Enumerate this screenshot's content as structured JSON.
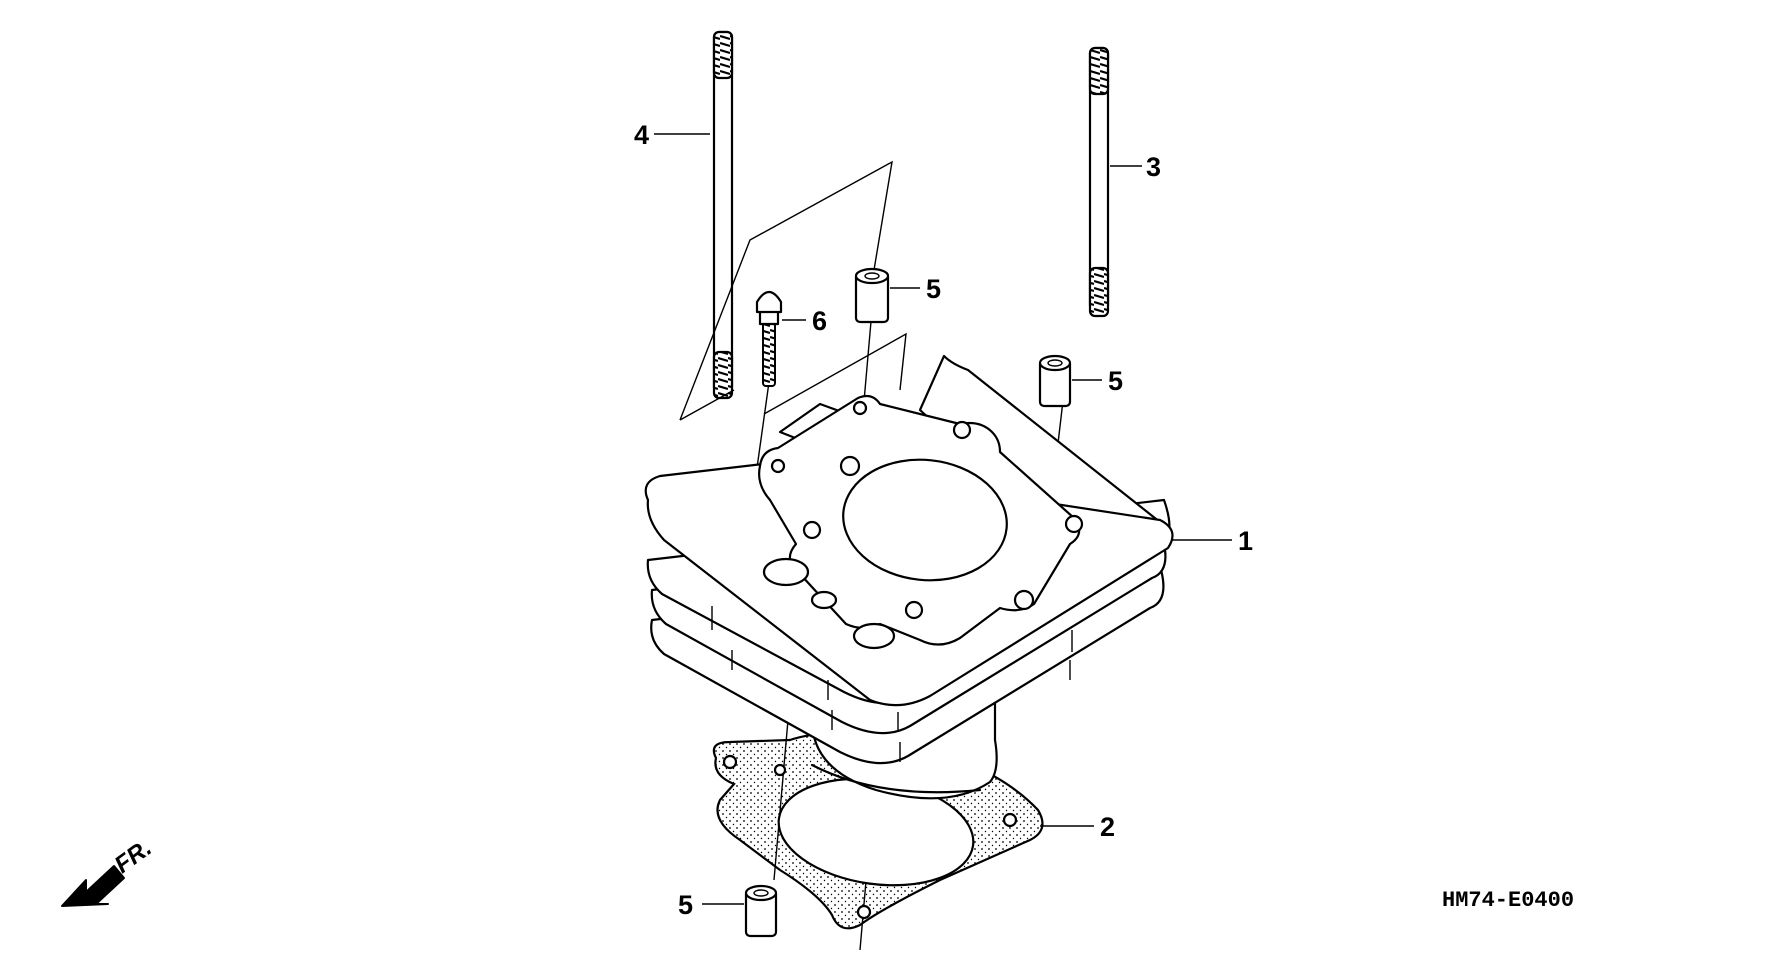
{
  "diagram": {
    "callouts": [
      {
        "id": "1",
        "label": "1"
      },
      {
        "id": "2",
        "label": "2"
      },
      {
        "id": "3",
        "label": "3"
      },
      {
        "id": "4",
        "label": "4"
      },
      {
        "id": "5a",
        "label": "5"
      },
      {
        "id": "5b",
        "label": "5"
      },
      {
        "id": "5c",
        "label": "5"
      },
      {
        "id": "6",
        "label": "6"
      }
    ],
    "direction_marker": "FR.",
    "diagram_code": "HM74-E0400"
  }
}
